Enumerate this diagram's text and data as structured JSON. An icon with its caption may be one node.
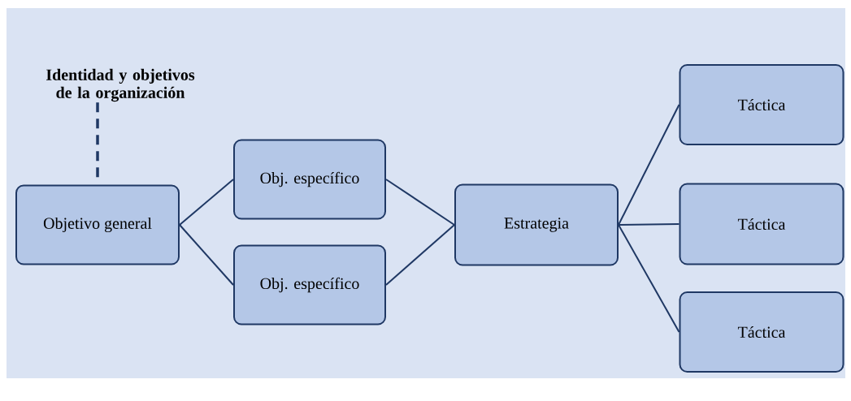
{
  "diagram": {
    "nodes": [
      {
        "text": [
          "Identidad y objetivos de la organización"
        ]
      },
      {
        "text": [
          "Objetivo general"
        ]
      },
      {
        "text": [
          "Obj. específico"
        ]
      },
      {
        "text": [
          "Obj. específico"
        ]
      },
      {
        "text": [
          "Estrategia"
        ]
      },
      {
        "text": [
          "Táctica"
        ]
      },
      {
        "text": [
          "Táctica"
        ]
      },
      {
        "text": [
          "Táctica"
        ]
      }
    ],
    "edges": [
      {
        "from": 0,
        "to": 1,
        "arrow": "none",
        "style": "dashed"
      },
      {
        "from": 1,
        "to": 2,
        "arrow": "none"
      },
      {
        "from": 1,
        "to": 3,
        "arrow": "none"
      },
      {
        "from": 2,
        "to": 4,
        "arrow": "none"
      },
      {
        "from": 3,
        "to": 4,
        "arrow": "none"
      },
      {
        "from": 4,
        "to": 5,
        "arrow": "none"
      },
      {
        "from": 4,
        "to": 6,
        "arrow": "none"
      },
      {
        "from": 4,
        "to": 7,
        "arrow": "none"
      }
    ]
  }
}
